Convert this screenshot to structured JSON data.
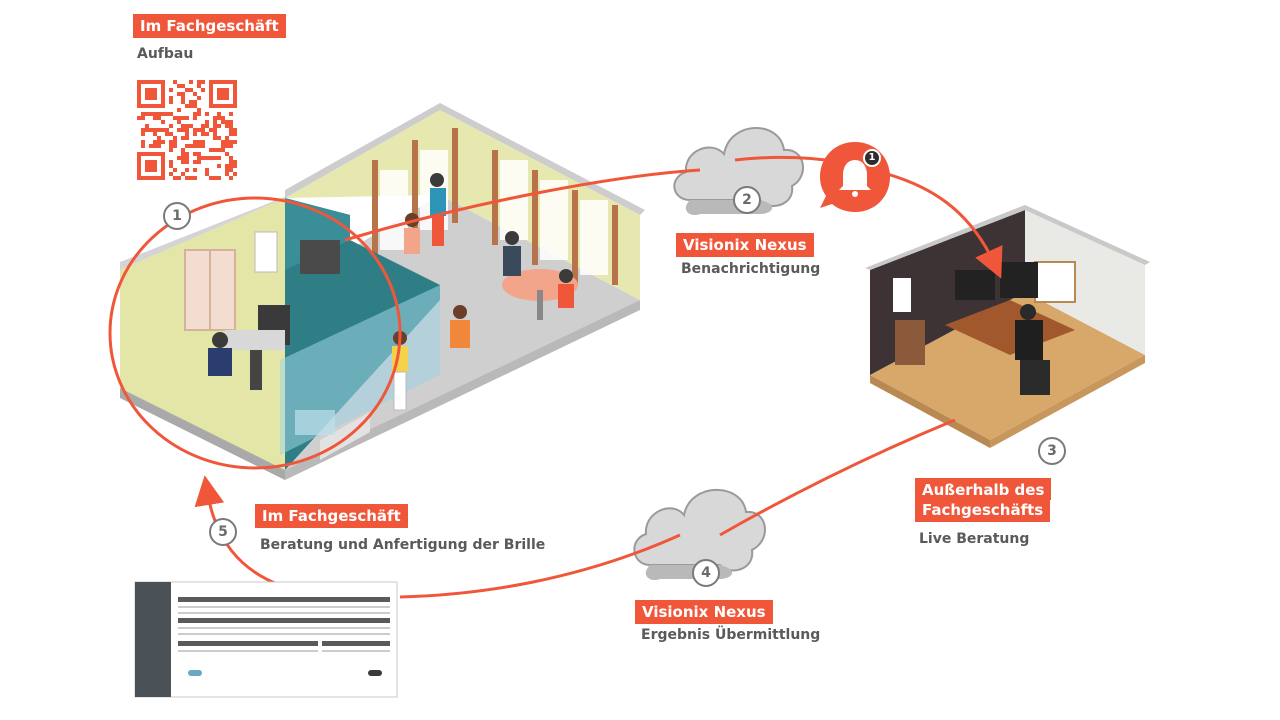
{
  "colors": {
    "accent": "#f0573a",
    "text_gray": "#5a5a5a",
    "step_gray": "#7a7a7a"
  },
  "store_top": {
    "title": "Im Fachgeschäft",
    "subtitle": "Aufbau"
  },
  "step1": {
    "number": "1"
  },
  "step2": {
    "number": "2",
    "title": "Visionix Nexus",
    "subtitle": "Benachrichtigung"
  },
  "notification": {
    "icon": "bell-icon",
    "count": "1"
  },
  "step3": {
    "number": "3",
    "title_line1": "Außerhalb des",
    "title_line2": "Fachgeschäfts",
    "subtitle": "Live Beratung"
  },
  "step4": {
    "number": "4",
    "title": "Visionix Nexus",
    "subtitle": "Ergebnis Übermittlung"
  },
  "step5": {
    "number": "5",
    "title": "Im Fachgeschäft",
    "subtitle": "Beratung und Anfertigung der Brille"
  }
}
